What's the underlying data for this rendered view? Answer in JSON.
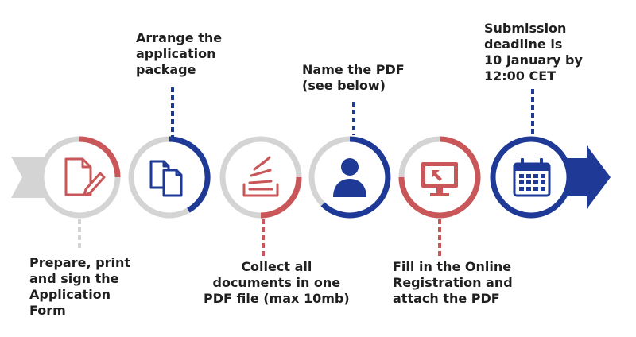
{
  "colors": {
    "red": "#c9575a",
    "blue": "#1e3a96",
    "gray": "#d4d4d4",
    "text": "#1f1f1f"
  },
  "steps": [
    {
      "id": "step-1",
      "icon": "document-pen-icon",
      "accent": "red",
      "lines": [
        "Prepare, print",
        "and sign the",
        "Application",
        "Form"
      ]
    },
    {
      "id": "step-2",
      "icon": "copy-documents-icon",
      "accent": "blue",
      "lines": [
        "Arrange the",
        "application",
        "package"
      ]
    },
    {
      "id": "step-3",
      "icon": "document-stack-icon",
      "accent": "red",
      "lines": [
        "Collect all",
        "documents in one",
        "PDF file (max 10mb)"
      ]
    },
    {
      "id": "step-4",
      "icon": "user-icon",
      "accent": "blue",
      "lines": [
        "Name the PDF",
        "(see below)"
      ]
    },
    {
      "id": "step-5",
      "icon": "monitor-cursor-icon",
      "accent": "red",
      "lines": [
        "Fill in the Online",
        "Registration and",
        "attach the PDF"
      ]
    },
    {
      "id": "step-6",
      "icon": "calendar-icon",
      "accent": "blue",
      "lines": [
        "Submission",
        "deadline is",
        "10 January by",
        "12:00 CET"
      ]
    }
  ]
}
